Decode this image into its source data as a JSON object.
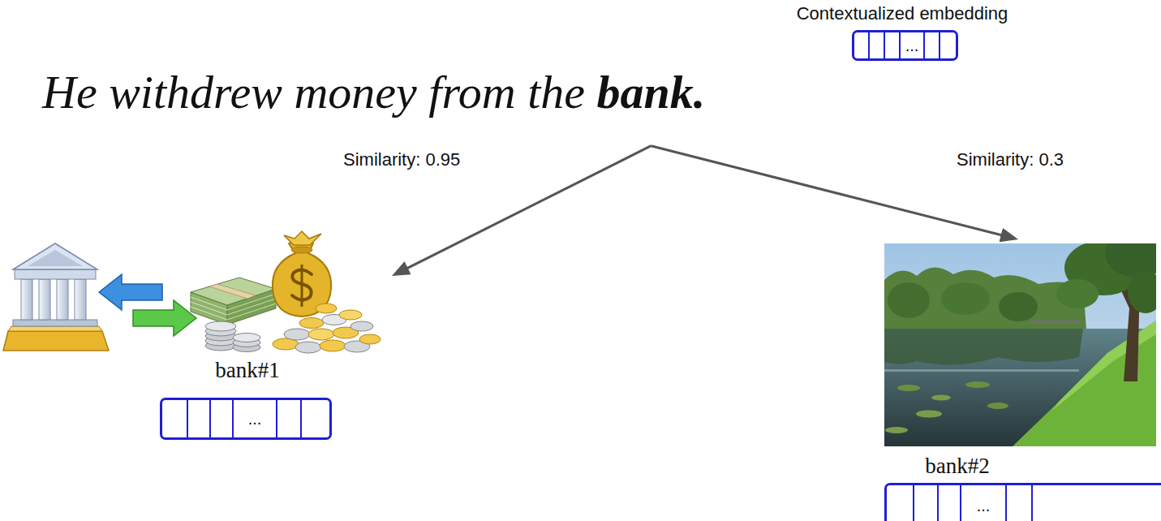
{
  "diagram": {
    "nodes": [
      {
        "text": [
          "Contextualized embedding",
          "..."
        ]
      },
      {
        "text": [
          "He withdrew money from the",
          "bank."
        ]
      },
      {
        "text": [
          "bank#1",
          "..."
        ]
      },
      {
        "text": [
          "bank#2",
          "..."
        ]
      }
    ],
    "edges": [
      {
        "from": 1,
        "to": 2,
        "arrow": "to",
        "label": "Similarity: 0.95"
      },
      {
        "from": 1,
        "to": 3,
        "arrow": "to",
        "label": "Similarity: 0.3"
      }
    ]
  }
}
